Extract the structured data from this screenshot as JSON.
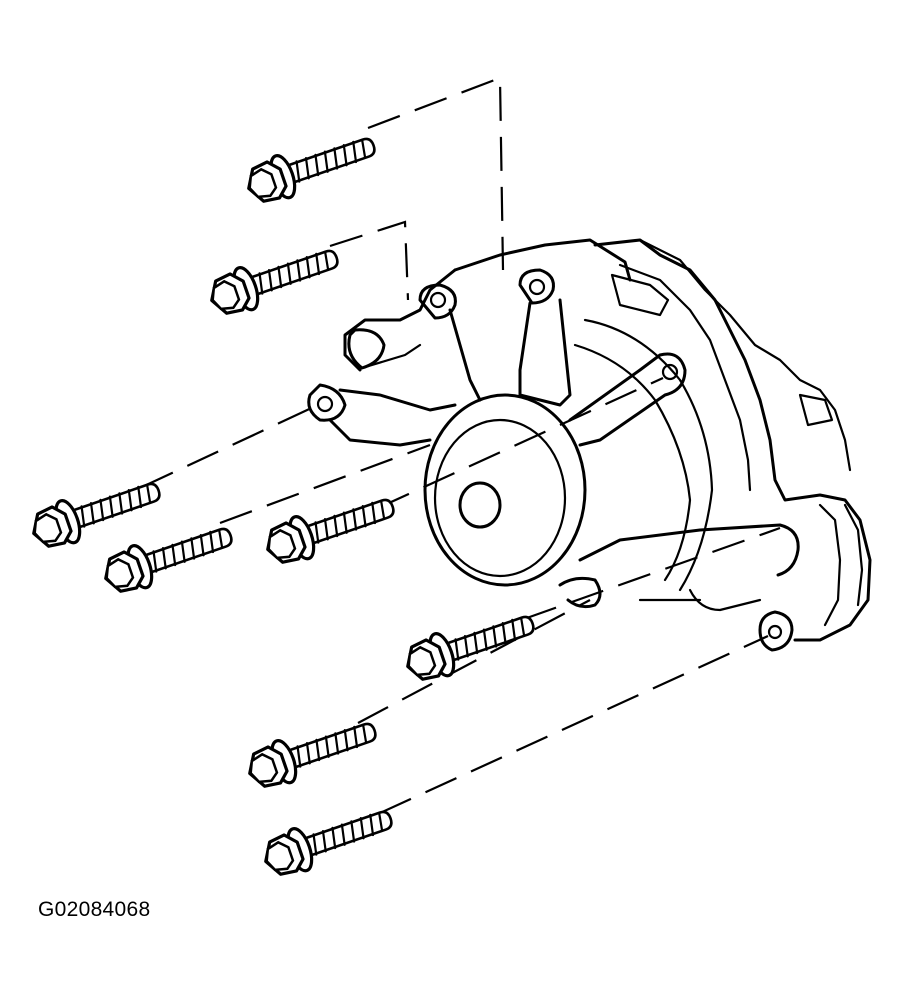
{
  "figure": {
    "reference_code": "G02084068",
    "subject": "water-pump",
    "bolt_count": 8
  }
}
